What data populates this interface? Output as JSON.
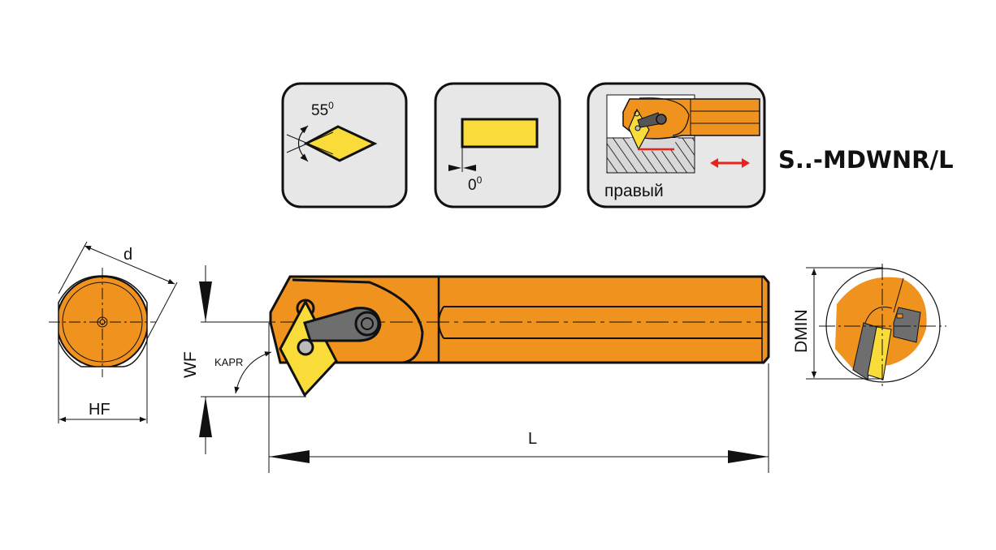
{
  "title": "S..-MDWNR/L",
  "icons": {
    "insert_angle": {
      "value": "55",
      "unit": "0"
    },
    "clearance_angle": {
      "value": "0",
      "unit": "0"
    },
    "hand": {
      "label": "правый"
    }
  },
  "dimensions": {
    "d": "d",
    "hf": "HF",
    "wf": "WF",
    "kapr": "KAPR",
    "l": "L",
    "dmin": "DMIN"
  },
  "colors": {
    "body": "#F0921E",
    "insert": "#F9DC3A",
    "clamp": "#6E6E6E",
    "panel": "#E8E7E8",
    "feed_arrow": "#E8231C"
  }
}
